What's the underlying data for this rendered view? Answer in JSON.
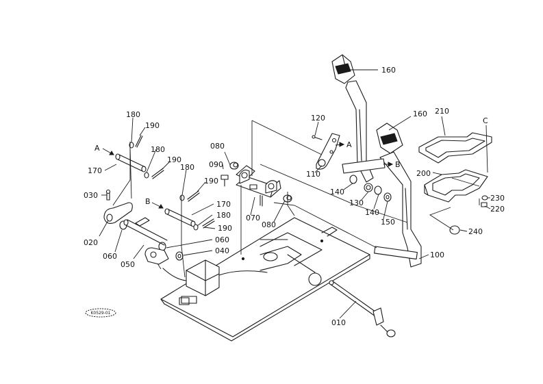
{
  "labels": {
    "p010": "010",
    "p020": "020",
    "p030": "030",
    "p040": "040",
    "p050": "050",
    "p060a": "060",
    "p060b": "060",
    "p070": "070",
    "p080a": "080",
    "p080b": "080",
    "p090": "090",
    "p100": "100",
    "p110": "110",
    "p120": "120",
    "p130": "130",
    "p140a": "140",
    "p140b": "140",
    "p150": "150",
    "p160a": "160",
    "p160b": "160",
    "p170a": "170",
    "p170b": "170",
    "p180a": "180",
    "p180b": "180",
    "p180c": "180",
    "p180d": "180",
    "p190a": "190",
    "p190b": "190",
    "p190c": "190",
    "p190d": "190",
    "p200": "200",
    "p210": "210",
    "p220": "220",
    "p230": "230",
    "p240": "240",
    "refA1": "A",
    "refA2": "A",
    "refB1": "B",
    "refB2": "B",
    "refC": "C"
  },
  "drawing_code": "K0529-01"
}
